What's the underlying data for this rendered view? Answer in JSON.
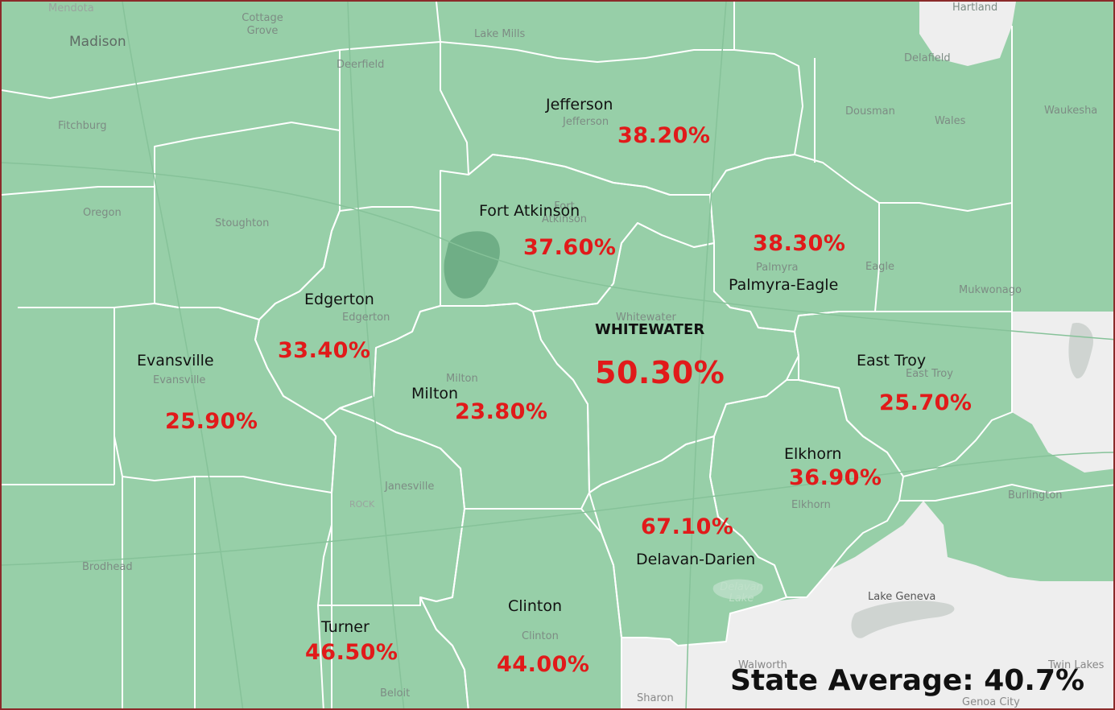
{
  "colors": {
    "district_fill": "#97cfa8",
    "district_border": "#ffffff",
    "outside_land": "#eeeeee",
    "water": "#cfd4d1",
    "percent_text": "#e11a1a",
    "frame": "#8b2a2a"
  },
  "background_places": [
    "Mendota",
    "Madison",
    "Cottage Grove",
    "Lake Mills",
    "Deerfield",
    "Hartland",
    "Delafield",
    "Fitchburg",
    "Jefferson",
    "Dousman",
    "Wales",
    "Waukesha",
    "Oregon",
    "Stoughton",
    "Fort Atkinson",
    "Palmyra",
    "Eagle",
    "Mukwonago",
    "Edgerton",
    "Whitewater",
    "Evansville",
    "Milton",
    "East Troy",
    "Janesville",
    "ROCK",
    "Elkhorn",
    "Burlington",
    "Brodhead",
    "Delavan Lake",
    "Lake Geneva",
    "Clinton",
    "Walworth",
    "Twin Lakes",
    "Beloit",
    "Sharon",
    "Genoa City"
  ],
  "districts": [
    {
      "name": "Jefferson",
      "percent": "38.20%"
    },
    {
      "name": "Fort Atkinson",
      "percent": "37.60%"
    },
    {
      "name": "Palmyra-Eagle",
      "percent": "38.30%"
    },
    {
      "name": "Edgerton",
      "percent": "33.40%"
    },
    {
      "name": "WHITEWATER",
      "percent": "50.30%"
    },
    {
      "name": "Evansville",
      "percent": "25.90%"
    },
    {
      "name": "Milton",
      "percent": "23.80%"
    },
    {
      "name": "East Troy",
      "percent": "25.70%"
    },
    {
      "name": "Elkhorn",
      "percent": "36.90%"
    },
    {
      "name": "Delavan-Darien",
      "percent": "67.10%"
    },
    {
      "name": "Clinton",
      "percent": "44.00%"
    },
    {
      "name": "Turner",
      "percent": "46.50%"
    }
  ],
  "state_average": "State Average:  40.7%"
}
